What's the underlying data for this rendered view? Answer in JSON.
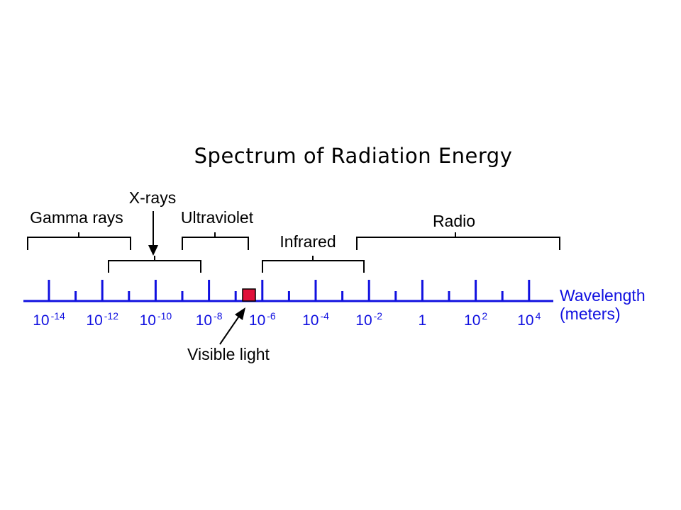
{
  "title": "Spectrum of Radiation Energy",
  "colors": {
    "axis": "#1010e0",
    "visible_marker": "#e0103a",
    "text": "#000000"
  },
  "axis": {
    "label_line1": "Wavelength",
    "label_line2": "(meters)",
    "ticks": [
      {
        "base": "10",
        "exp": "-14"
      },
      {
        "base": "10",
        "exp": "-12"
      },
      {
        "base": "10",
        "exp": "-10"
      },
      {
        "base": "10",
        "exp": "-8"
      },
      {
        "base": "10",
        "exp": "-6"
      },
      {
        "base": "10",
        "exp": "-4"
      },
      {
        "base": "10",
        "exp": "-2"
      },
      {
        "base": "1",
        "exp": ""
      },
      {
        "base": "10",
        "exp": "2"
      },
      {
        "base": "10",
        "exp": "4"
      }
    ]
  },
  "bands": {
    "gamma": "Gamma rays",
    "xrays": "X-rays",
    "ultraviolet": "Ultraviolet",
    "infrared": "Infrared",
    "radio": "Radio",
    "visible": "Visible light"
  }
}
